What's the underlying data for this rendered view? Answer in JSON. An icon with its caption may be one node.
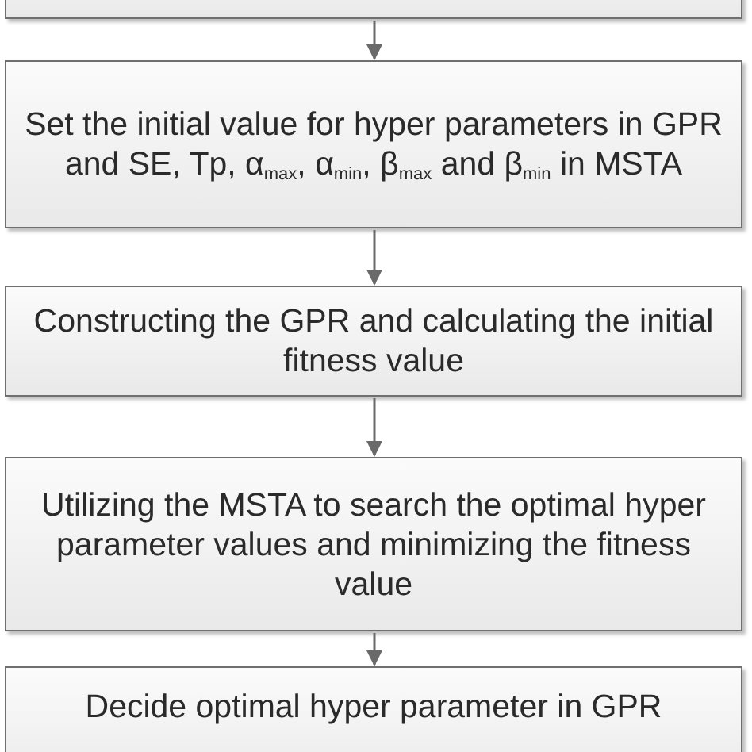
{
  "diagram": {
    "nodes": [
      {
        "text": [],
        "shape": "box"
      },
      {
        "text": [
          "Set the initial value for hyper parameters in GPR and SE, Tp, α$_{max}$, α$_{min}$, β$_{max}$ and β$_{min}$ in MSTA"
        ]
      },
      {
        "text": [
          "Constructing the GPR and calculating the initial fitness value"
        ]
      },
      {
        "text": [
          "Utilizing the MSTA to search the optimal hyper parameter values and minimizing the fitness value"
        ]
      },
      {
        "text": [
          "Decide optimal hyper parameter in GPR"
        ]
      }
    ],
    "edges": [
      {
        "from": 0,
        "to": 1,
        "arrow": "to"
      },
      {
        "from": 1,
        "to": 2,
        "arrow": "to"
      },
      {
        "from": 2,
        "to": 3,
        "arrow": "to"
      },
      {
        "from": 3,
        "to": 4,
        "arrow": "to"
      }
    ]
  }
}
